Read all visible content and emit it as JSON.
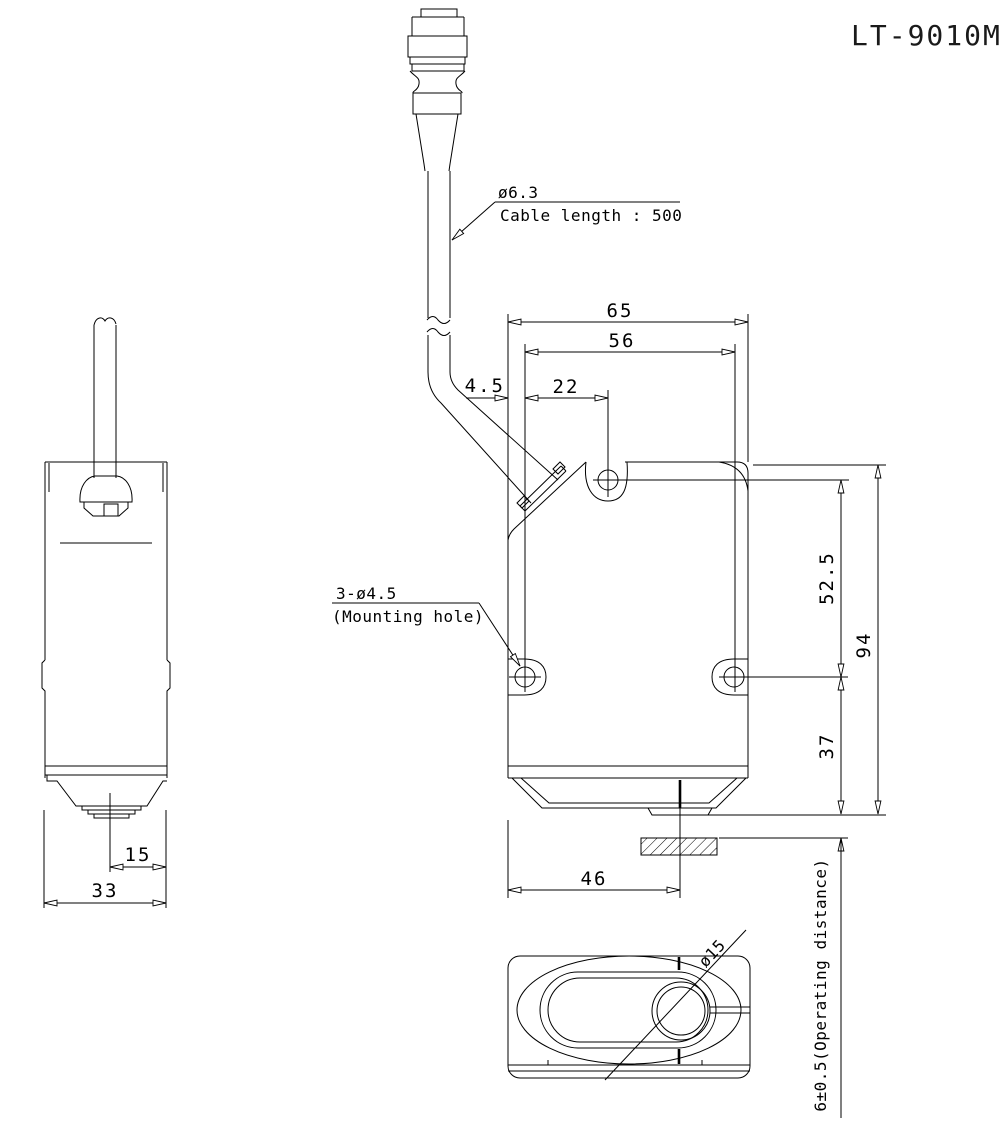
{
  "title": "LT-9010M",
  "colors": {
    "line": "#000000",
    "background": "#ffffff"
  },
  "notes": {
    "cable_diameter": "ø6.3",
    "cable_length": "Cable length : 500",
    "mounting_hole_count": "3-ø4.5",
    "mounting_hole_label": "(Mounting hole)",
    "operating_distance": "6±0.5(Operating distance)",
    "lens_diameter": "ø15"
  },
  "dimensions": {
    "overall_width": "65",
    "mounting_hole_span": "56",
    "top_hole_offset": "22",
    "side_offset": "4.5",
    "hole_vertical_span": "52.5",
    "overall_height": "94",
    "hole_to_face": "37",
    "beam_offset": "15",
    "body_depth": "33",
    "beam_from_left": "46"
  }
}
